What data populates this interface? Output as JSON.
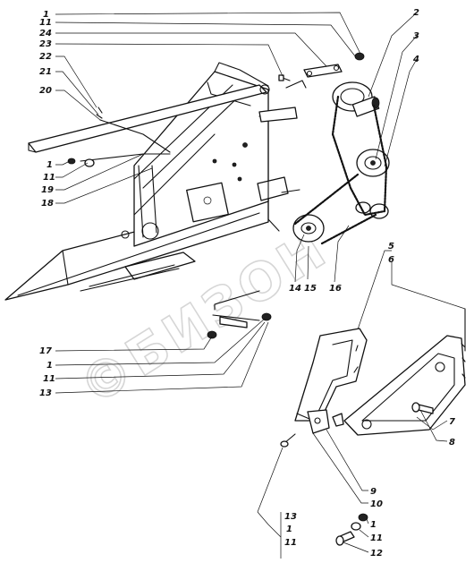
{
  "watermark": "©БИЗОН",
  "callouts": {
    "c1_top": "1",
    "c11_top": "11",
    "c24": "24",
    "c23": "23",
    "c22": "22",
    "c21": "21",
    "c20": "20",
    "c1_left": "1",
    "c11_left": "11",
    "c19": "19",
    "c18": "18",
    "c2": "2",
    "c3": "3",
    "c4": "4",
    "c14": "14",
    "c15": "15",
    "c16": "16",
    "c5": "5",
    "c6": "6",
    "c17": "17",
    "c1_mid": "1",
    "c11_mid": "11",
    "c13_mid": "13",
    "c7": "7",
    "c8": "8",
    "c9": "9",
    "c10": "10",
    "c1_bot": "1",
    "c11_bot": "11",
    "c12": "12",
    "grp_13": "13",
    "grp_1": "1",
    "grp_11": "11"
  }
}
